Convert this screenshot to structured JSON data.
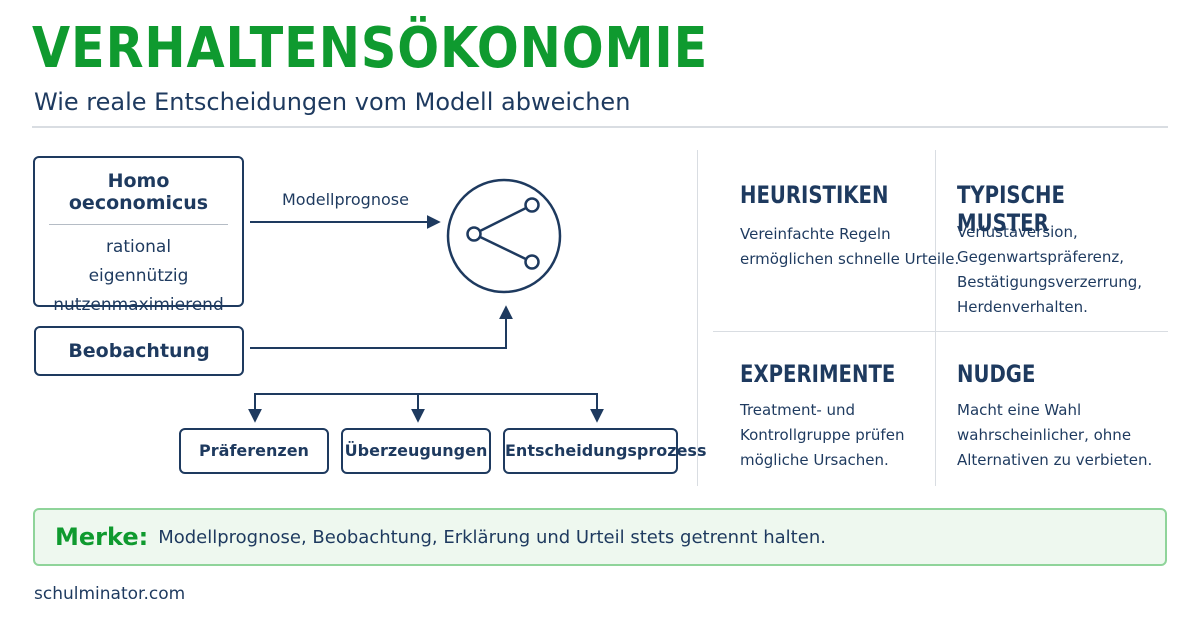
{
  "header": {
    "title": "VERHALTENSÖKONOMIE",
    "subtitle": "Wie reale Entscheidungen vom Modell abweichen"
  },
  "diagram": {
    "homo": {
      "title": "Homo oeconomicus",
      "traits": [
        "rational",
        "eigennützig",
        "nutzenmaximierend"
      ]
    },
    "arrow_label": "Modellprognose",
    "observation": "Beobachtung",
    "factors": [
      "Präferenzen",
      "Überzeugungen",
      "Entscheidungsprozess"
    ],
    "center_icon": "share-icon"
  },
  "cards": [
    {
      "title": "HEURISTIKEN",
      "text": "Vereinfachte Regeln\nermöglichen schnelle Urteile."
    },
    {
      "title": "TYPISCHE MUSTER",
      "text": "Verlustaversion,\nGegenwartspräferenz,\nBestätigungsverzerrung,\nHerdenverhalten."
    },
    {
      "title": "EXPERIMENTE",
      "text": "Treatment- und\nKontrollgruppe prüfen\nmögliche Ursachen."
    },
    {
      "title": "NUDGE",
      "text": "Macht eine Wahl\nwahrscheinlicher, ohne\nAlternativen zu verbieten."
    }
  ],
  "note": {
    "label": "Merke:",
    "text": "Modellprognose, Beobachtung, Erklärung und Urteil stets getrennt halten."
  },
  "footer": "schulminator.com",
  "colors": {
    "accent": "#0f9a2f",
    "navy": "#1e3a5f",
    "note_bg": "#eef8ef",
    "note_border": "#8fd49a"
  }
}
